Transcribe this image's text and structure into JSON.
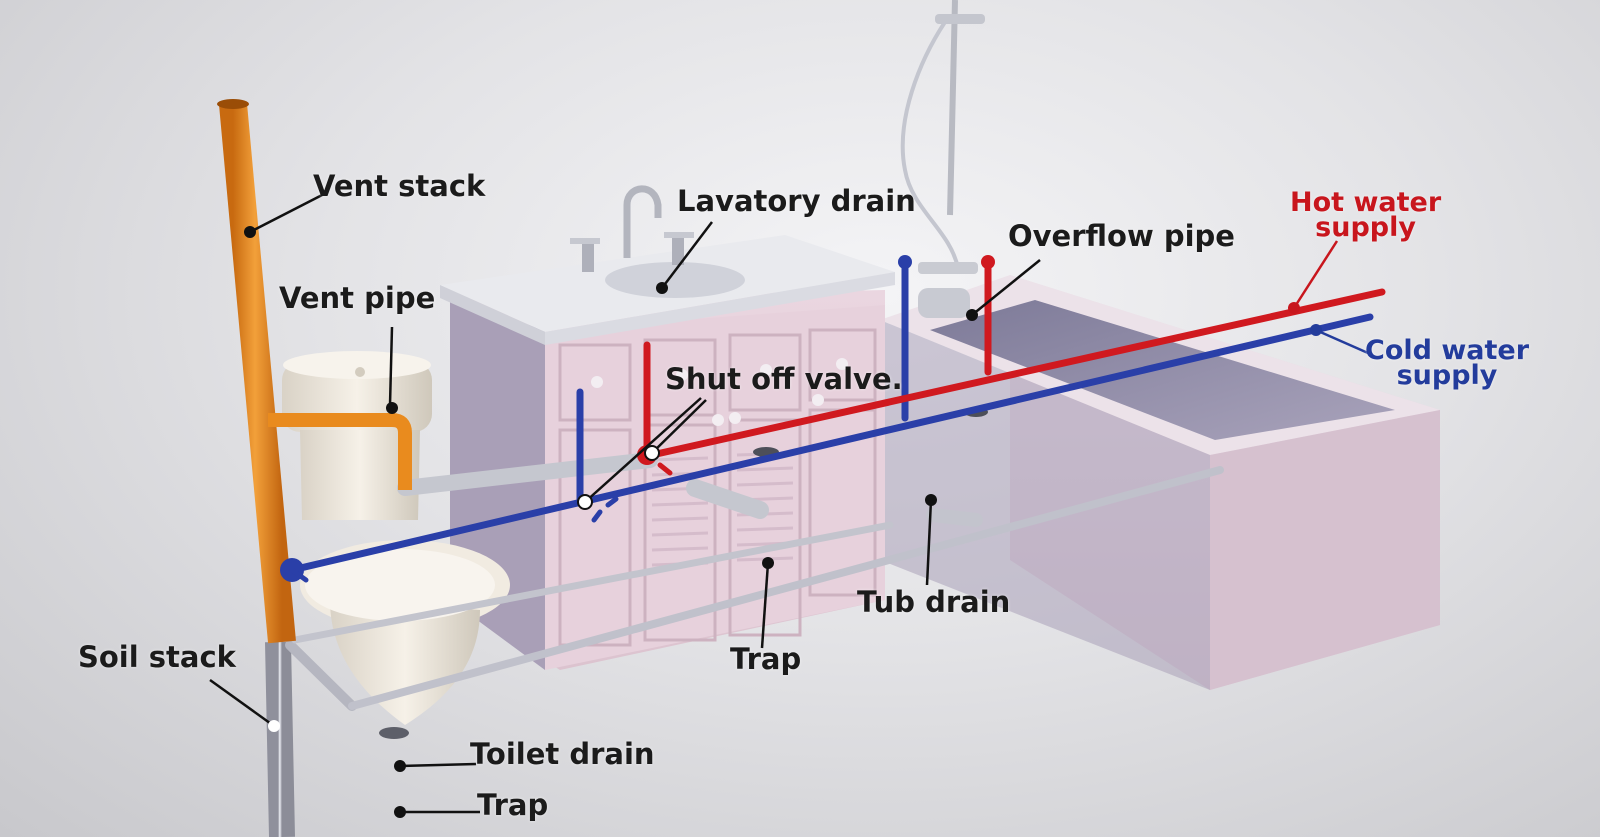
{
  "colors": {
    "vent_pipe": "#e98b1e",
    "hot_water": "#d0191f",
    "cold_water": "#2a3fa8",
    "hot_label": "#c8161d",
    "cold_label": "#233c9c",
    "drain_pipe": "#b9bac4",
    "vanity": "#e6cfda",
    "tub": "#e3d3de",
    "toilet": "#efe9df",
    "leader_line": "#111111"
  },
  "labels": {
    "vent_stack": "Vent stack",
    "vent_pipe": "Vent pipe",
    "lavatory_drain": "Lavatory drain",
    "overflow_pipe": "Overflow pipe",
    "hot_water_line1": "Hot water",
    "hot_water_line2": "supply",
    "cold_water_line1": "Cold water",
    "cold_water_line2": "supply",
    "shut_off_valve": "Shut off valve.",
    "tub_drain": "Tub drain",
    "trap_sink": "Trap",
    "soil_stack": "Soil stack",
    "toilet_drain": "Toilet drain",
    "trap_toilet": "Trap"
  }
}
